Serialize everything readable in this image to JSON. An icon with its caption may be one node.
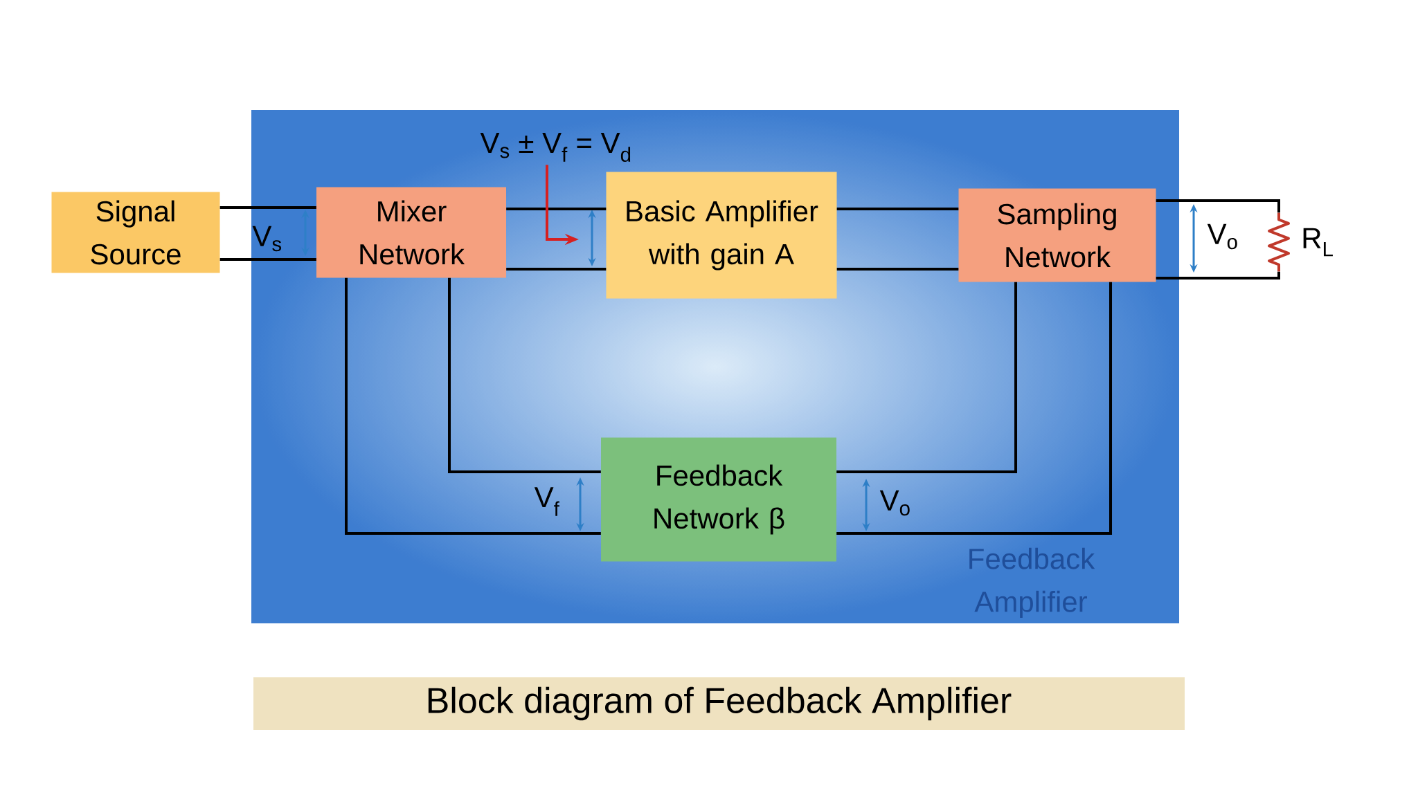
{
  "diagram": {
    "caption": "Block diagram of Feedback Amplifier",
    "nodes": [
      {
        "text": [
          "Feedback Amplifier"
        ]
      },
      {
        "text": [
          "Signal Source"
        ]
      },
      {
        "text": [
          "Mixer Network"
        ],
        "in": 0
      },
      {
        "text": [
          "V$_{s}$ ± V$_{f}$ = V$_{d}$"
        ],
        "in": 0
      },
      {
        "text": [
          "Basic Amplifier with gain A"
        ],
        "in": 0
      },
      {
        "text": [
          "Sampling Network"
        ],
        "in": 0
      },
      {
        "text": [],
        "shape": "resistor",
        "beside": [
          "R$_{L}$"
        ]
      },
      {
        "text": [
          "Feedback Network β"
        ],
        "in": 0
      }
    ],
    "edges": [
      {
        "from": 1,
        "to": 2,
        "arrow": "none"
      },
      {
        "from": 1,
        "to": 2,
        "arrow": "none"
      },
      {
        "from": 2,
        "to": 4,
        "arrow": "none"
      },
      {
        "from": 2,
        "to": 4,
        "arrow": "none"
      },
      {
        "from": 3,
        "to": null,
        "arrow": "to",
        "color": "#d62020"
      },
      {
        "from": 4,
        "to": 5,
        "arrow": "none"
      },
      {
        "from": 4,
        "to": 5,
        "arrow": "none"
      },
      {
        "from": 5,
        "to": 6,
        "arrow": "none"
      },
      {
        "from": 5,
        "to": 6,
        "arrow": "none"
      },
      {
        "from": 2,
        "to": 7,
        "arrow": "none"
      },
      {
        "from": 2,
        "to": 7,
        "arrow": "none"
      },
      {
        "from": 7,
        "to": 5,
        "arrow": "none"
      },
      {
        "from": 7,
        "to": 5,
        "arrow": "none"
      }
    ],
    "labels": [
      "V$_{s}$",
      "V$_{o}$",
      "V$_{f}$",
      "V$_{o}$"
    ]
  }
}
